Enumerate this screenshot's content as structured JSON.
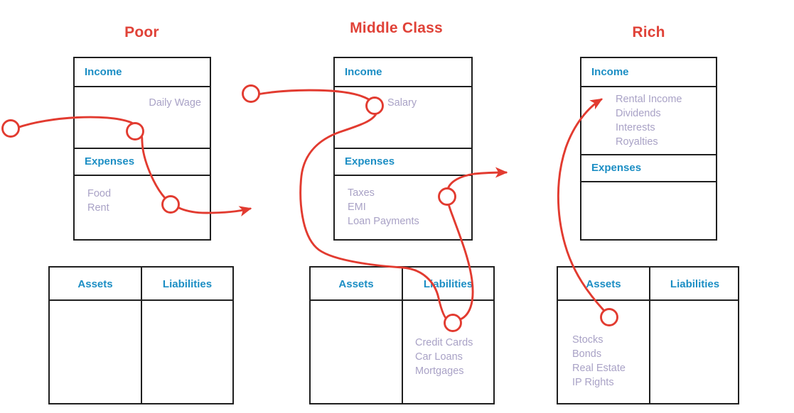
{
  "diagram": {
    "title_color": "#e04238",
    "header_color": "#1c8ec4",
    "item_color": "#a9a2c6",
    "flow_color": "#e23b30",
    "border_color": "#1f1f1f"
  },
  "columns": [
    {
      "key": "poor",
      "title": "Poor",
      "statement": {
        "income_header": "Income",
        "income_items": [
          "Daily Wage"
        ],
        "expenses_header": "Expenses",
        "expenses_items": [
          "Food",
          "Rent"
        ]
      },
      "balance_sheet": {
        "assets_header": "Assets",
        "liabilities_header": "Liabilities",
        "assets_items": [],
        "liabilities_items": []
      }
    },
    {
      "key": "middle_class",
      "title": "Middle Class",
      "statement": {
        "income_header": "Income",
        "income_items": [
          "Salary"
        ],
        "expenses_header": "Expenses",
        "expenses_items": [
          "Taxes",
          "EMI",
          "Loan Payments"
        ]
      },
      "balance_sheet": {
        "assets_header": "Assets",
        "liabilities_header": "Liabilities",
        "assets_items": [],
        "liabilities_items": [
          "Credit Cards",
          "Car Loans",
          "Mortgages"
        ]
      }
    },
    {
      "key": "rich",
      "title": "Rich",
      "statement": {
        "income_header": "Income",
        "income_items": [
          "Rental Income",
          "Dividends",
          "Interests",
          "Royalties"
        ],
        "expenses_header": "Expenses",
        "expenses_items": []
      },
      "balance_sheet": {
        "assets_header": "Assets",
        "liabilities_header": "Liabilities",
        "assets_items": [
          "Stocks",
          "Bonds",
          "Real Estate",
          "IP Rights"
        ],
        "liabilities_items": []
      }
    }
  ],
  "text": {
    "poor_title": "Poor",
    "poor_income_header": "Income",
    "poor_income_item_1": "Daily Wage",
    "poor_expenses_header": "Expenses",
    "poor_expenses_item_1": "Food",
    "poor_expenses_item_2": "Rent",
    "poor_assets_header": "Assets",
    "poor_liabilities_header": "Liabilities",
    "middle_title": "Middle Class",
    "middle_income_header": "Income",
    "middle_income_item_1": "Salary",
    "middle_expenses_header": "Expenses",
    "middle_expenses_item_1": "Taxes",
    "middle_expenses_item_2": "EMI",
    "middle_expenses_item_3": "Loan Payments",
    "middle_assets_header": "Assets",
    "middle_liabilities_header": "Liabilities",
    "middle_liabilities_item_1": "Credit Cards",
    "middle_liabilities_item_2": "Car Loans",
    "middle_liabilities_item_3": "Mortgages",
    "rich_title": "Rich",
    "rich_income_header": "Income",
    "rich_income_item_1": "Rental Income",
    "rich_income_item_2": "Dividends",
    "rich_income_item_3": "Interests",
    "rich_income_item_4": "Royalties",
    "rich_expenses_header": "Expenses",
    "rich_assets_header": "Assets",
    "rich_liabilities_header": "Liabilities",
    "rich_assets_item_1": "Stocks",
    "rich_assets_item_2": "Bonds",
    "rich_assets_item_3": "Real Estate",
    "rich_assets_item_4": "IP Rights"
  }
}
